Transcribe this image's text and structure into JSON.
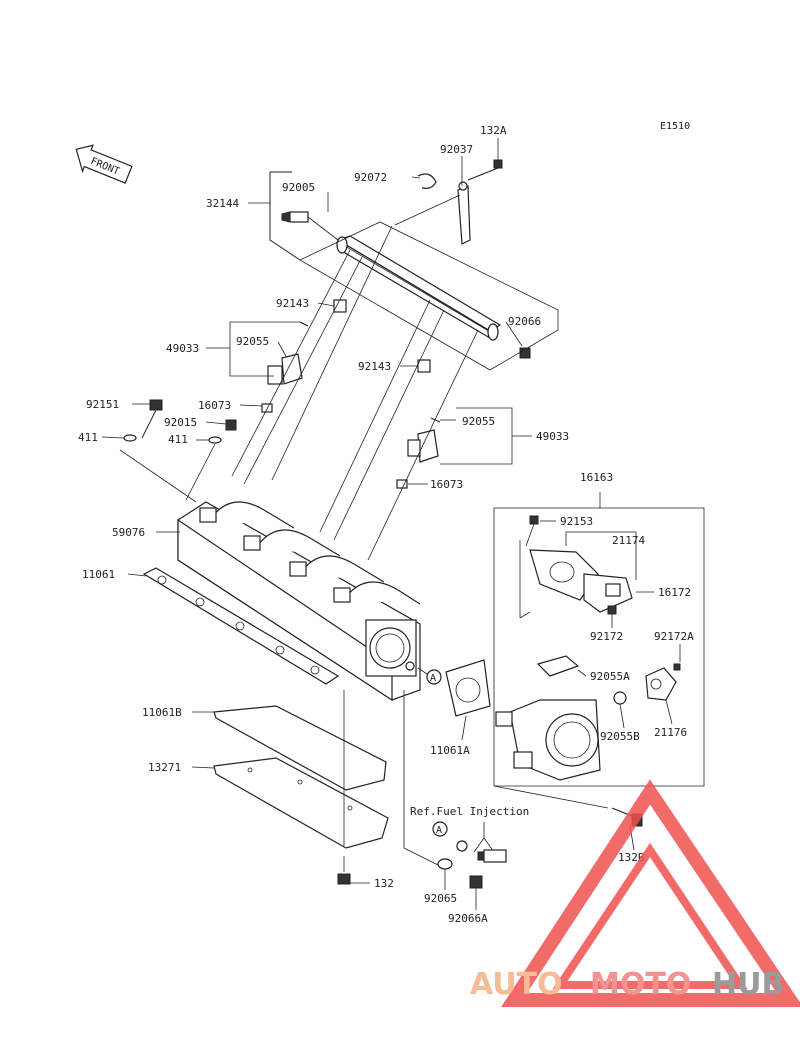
{
  "diagram_code": "E1510",
  "front_label": "FRONT",
  "ref_note": "Ref.Fuel Injection",
  "callout_a": "A",
  "labels": {
    "p132A": "132A",
    "p92037": "92037",
    "p92072": "92072",
    "p92005": "92005",
    "p32144": "32144",
    "p92066": "92066",
    "p92143a": "92143",
    "p49033a": "49033",
    "p92055a": "92055",
    "p92143b": "92143",
    "p92151": "92151",
    "p16073a": "16073",
    "p92015": "92015",
    "p411a": "411",
    "p411b": "411",
    "p92055b": "92055",
    "p49033b": "49033",
    "p16073b": "16073",
    "p16163": "16163",
    "p59076": "59076",
    "p92153": "92153",
    "p21174": "21174",
    "p11061": "11061",
    "p16172": "16172",
    "p92172": "92172",
    "p92172A": "92172A",
    "p92055A": "92055A",
    "p11061B": "11061B",
    "p92055B": "92055B",
    "p21176": "21176",
    "p11061A": "11061A",
    "p13271": "13271",
    "p132B": "132B",
    "p132": "132",
    "p92065": "92065",
    "p92066A": "92066A"
  },
  "watermark": {
    "part1": "AUTO",
    "part2": "MOTO",
    "part3": "HUB",
    "color_auto": "#f4b183",
    "color_moto": "#f08080",
    "color_hub": "#8a8a8a",
    "triangle_color": "#ef5350"
  }
}
